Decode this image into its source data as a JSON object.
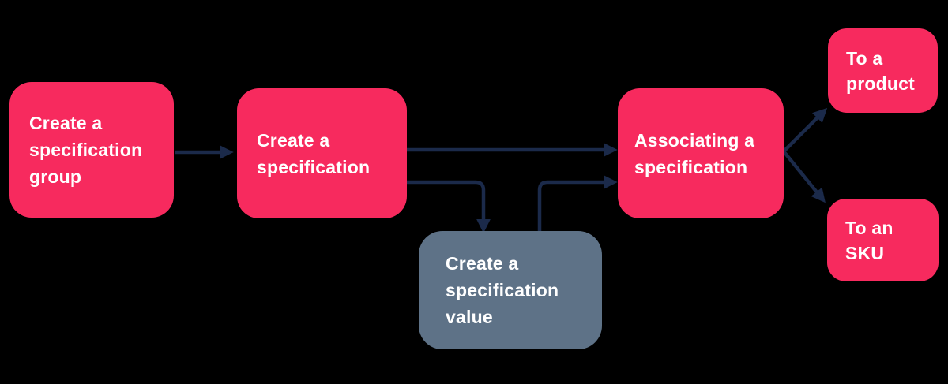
{
  "canvas": {
    "background": "#000000"
  },
  "colors": {
    "primary_node": "#F72A5E",
    "secondary_node": "#5E7287",
    "connector": "#1B2A4A",
    "node_text": "#FFFFFF"
  },
  "diagram": {
    "type": "flowchart",
    "nodes": [
      {
        "id": "create-spec-group",
        "label": "Create a specification group",
        "color_role": "primary"
      },
      {
        "id": "create-spec",
        "label": "Create a specification",
        "color_role": "primary"
      },
      {
        "id": "create-spec-value",
        "label": "Create a specification value",
        "color_role": "secondary"
      },
      {
        "id": "associating-spec",
        "label": "Associating a specification",
        "color_role": "primary"
      },
      {
        "id": "to-a-product",
        "label": "To a product",
        "color_role": "primary"
      },
      {
        "id": "to-an-sku",
        "label": "To an SKU",
        "color_role": "primary"
      }
    ],
    "edges": [
      {
        "from": "create-spec-group",
        "to": "create-spec",
        "style": "straight"
      },
      {
        "from": "create-spec",
        "to": "associating-spec",
        "style": "straight"
      },
      {
        "from": "create-spec",
        "to": "create-spec-value",
        "style": "elbow-down"
      },
      {
        "from": "create-spec-value",
        "to": "associating-spec",
        "style": "elbow-up"
      },
      {
        "from": "associating-spec",
        "to": "to-a-product",
        "style": "diagonal-up"
      },
      {
        "from": "associating-spec",
        "to": "to-an-sku",
        "style": "diagonal-down"
      }
    ]
  }
}
